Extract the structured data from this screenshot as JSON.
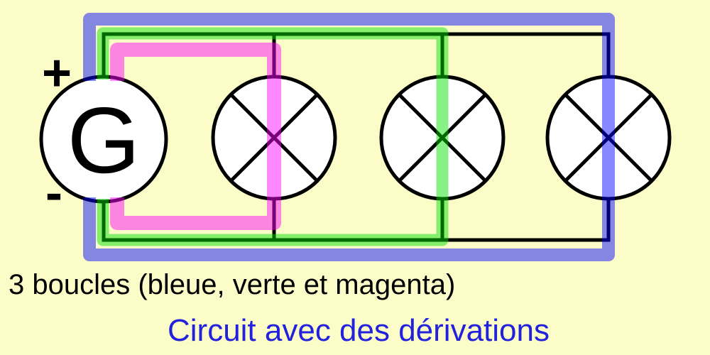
{
  "colors": {
    "background": "#FCFCC8",
    "wire": "#000000",
    "component_fill": "#FFFFFF"
  },
  "loops": {
    "blue": {
      "name": "boucle-bleue",
      "color": "#0000FF"
    },
    "green": {
      "name": "boucle-verte",
      "color": "#00E000"
    },
    "magenta": {
      "name": "boucle-magenta",
      "color": "#FF00FF"
    }
  },
  "generator": {
    "label": "G",
    "plus_terminal": "+",
    "minus_terminal": "-"
  },
  "lamps": {
    "count": 3
  },
  "caption": {
    "text": "3 boucles (bleue, verte et magenta)",
    "color": "#000000"
  },
  "title": {
    "text": "Circuit avec des dérivations",
    "color": "#2222DD"
  }
}
